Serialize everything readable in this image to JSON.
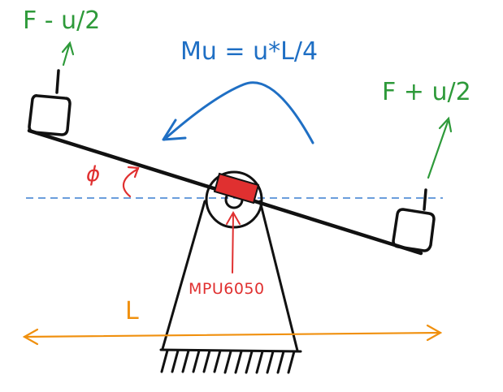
{
  "labels": {
    "left_force": "F - u/2",
    "right_force": "F + u/2",
    "moment": "Mu = u*L/4",
    "angle": "ϕ",
    "sensor": "MPU6050",
    "length": "L"
  },
  "colors": {
    "ink": "#111111",
    "force": "#2e9a3a",
    "moment": "#1f6fc4",
    "sensor": "#e03030",
    "length": "#f0900e",
    "reference": "#3a7fd0"
  }
}
